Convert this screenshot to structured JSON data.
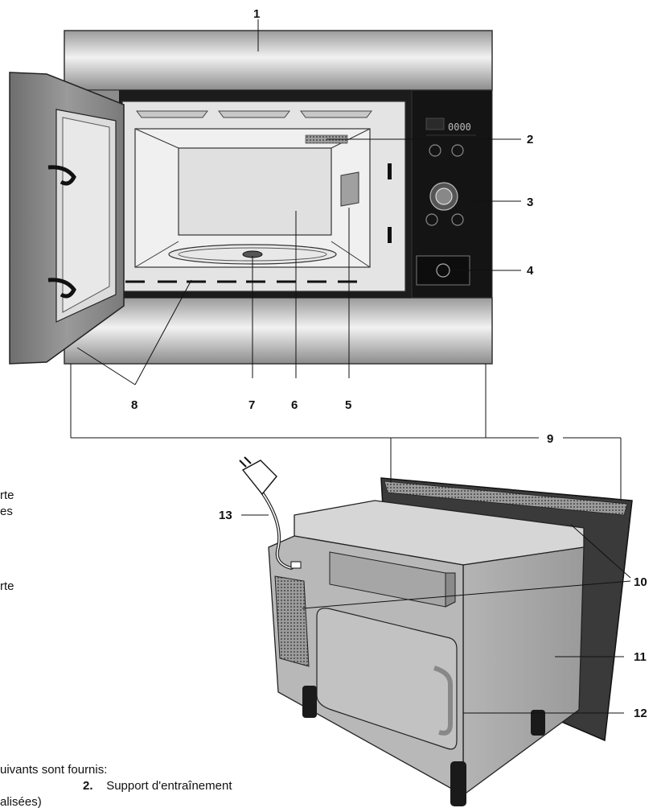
{
  "callouts": {
    "c1": "1",
    "c2": "2",
    "c3": "3",
    "c4": "4",
    "c5": "5",
    "c6": "6",
    "c7": "7",
    "c8": "8",
    "c9": "9",
    "c10": "10",
    "c11": "11",
    "c12": "12",
    "c13": "13"
  },
  "display": {
    "digits": "0000"
  },
  "side_text": {
    "line1": "rte",
    "line2": "es",
    "line3": "rte",
    "line4": "uivants sont fournis:",
    "line5_num": "2.",
    "line5_text": "Support d'entraînement",
    "line6": "alisées)"
  },
  "colors": {
    "steel_light": "#e6e6e6",
    "steel_dark": "#8a8a8a",
    "panel_black": "#141414",
    "cavity": "#e8e8e8",
    "box_grey": "#a8a8a8"
  }
}
